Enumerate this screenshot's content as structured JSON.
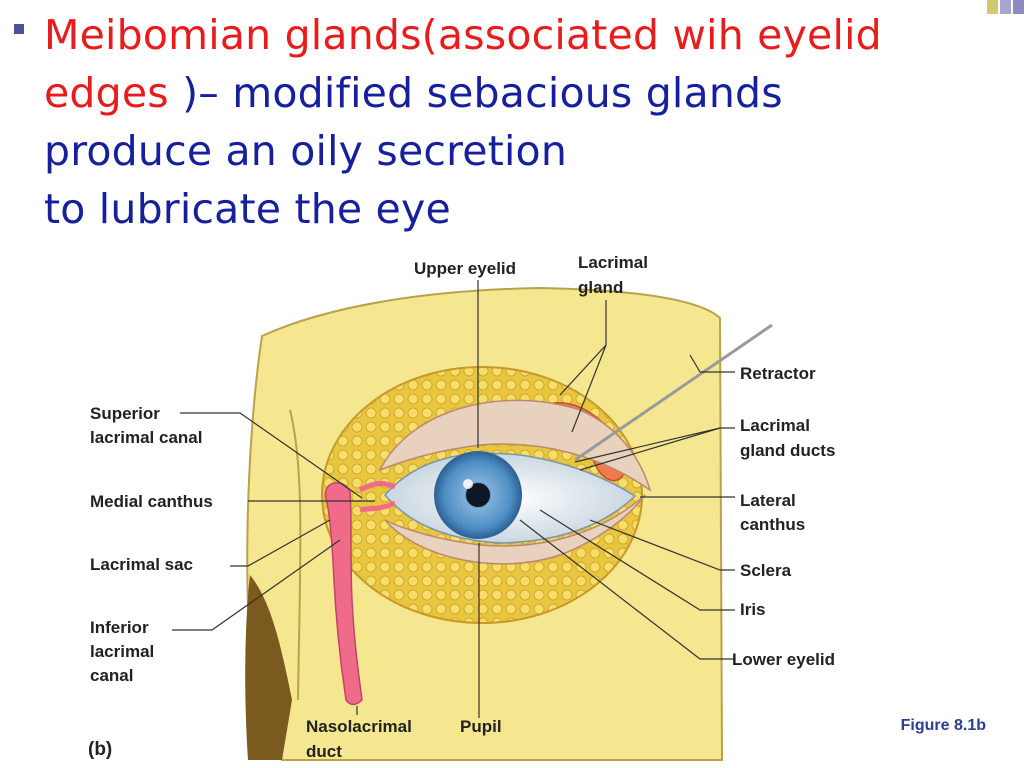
{
  "slide": {
    "red_part1": "Meibomian glands(associated wih eyelid",
    "red_part2": "edges ",
    "blue_part2": ")– modified sebacious glands",
    "line3": "produce an oily secretion",
    "line4": "to lubricate the eye"
  },
  "figure": {
    "panel_label": "(b)",
    "caption": "Figure 8.1b",
    "labels": {
      "upper_eyelid": "Upper eyelid",
      "lacrimal_gland_1": "Lacrimal",
      "lacrimal_gland_2": "gland",
      "retractor": "Retractor",
      "superior_canal_1": "Superior",
      "superior_canal_2": "lacrimal canal",
      "lacrimal_ducts_1": "Lacrimal",
      "lacrimal_ducts_2": "gland ducts",
      "medial_canthus": "Medial canthus",
      "lateral_canthus_1": "Lateral",
      "lateral_canthus_2": "canthus",
      "lacrimal_sac": "Lacrimal sac",
      "sclera": "Sclera",
      "inferior_canal_1": "Inferior",
      "inferior_canal_2": "lacrimal",
      "inferior_canal_3": "canal",
      "iris": "Iris",
      "lower_eyelid": "Lower eyelid",
      "nasolacrimal_1": "Nasolacrimal",
      "nasolacrimal_2": "duct",
      "pupil": "Pupil"
    }
  },
  "colors": {
    "text_blue": "#17209c",
    "text_red": "#e81c1c",
    "skin": "#f3e48a",
    "fat": "#e8c53a",
    "duct_pink": "#f06a8a",
    "iris_blue": "#4f8fc4"
  }
}
